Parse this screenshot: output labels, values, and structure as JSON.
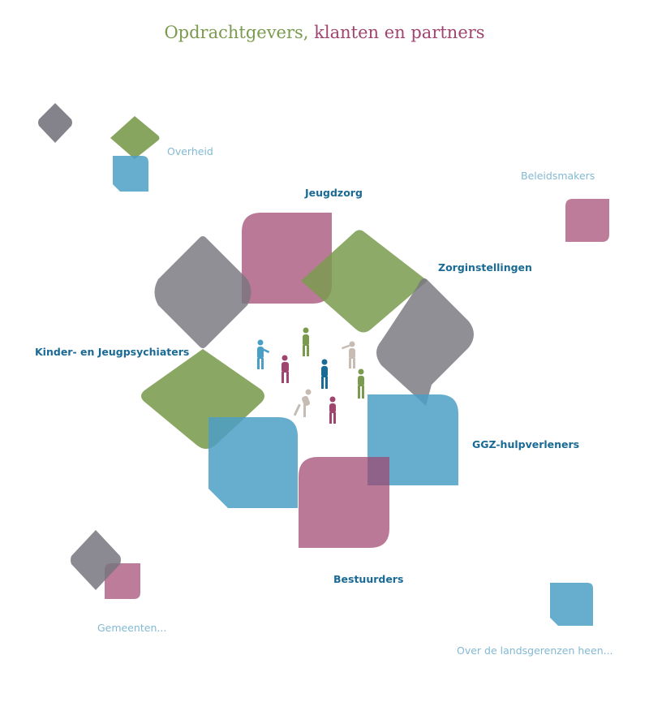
{
  "title": {
    "part1": "Opdrachtgevers,",
    "part2": "klanten en partners"
  },
  "labels": {
    "overheid": "Overheid",
    "beleidsmakers": "Beleidsmakers",
    "jeugdzorg": "Jeugdzorg",
    "zorginstellingen": "Zorginstellingen",
    "kinder_jeugdpsychiaters": "Kinder- en Jeugpsychiaters",
    "ggz_hulpverleners": "GGZ-hulpverleners",
    "bestuurders": "Bestuurders",
    "gemeenten": "Gemeenten...",
    "over_de_grenzen": "Over de landsgerenzen heen..."
  },
  "colors": {
    "green": "#7a9b4e",
    "pink": "#a0456f",
    "gray": "#77767f",
    "blue": "#4b9fc6",
    "label_dark": "#1a6a96",
    "label_light": "#82b9d3",
    "figure_beige": "#c6bcb4"
  }
}
